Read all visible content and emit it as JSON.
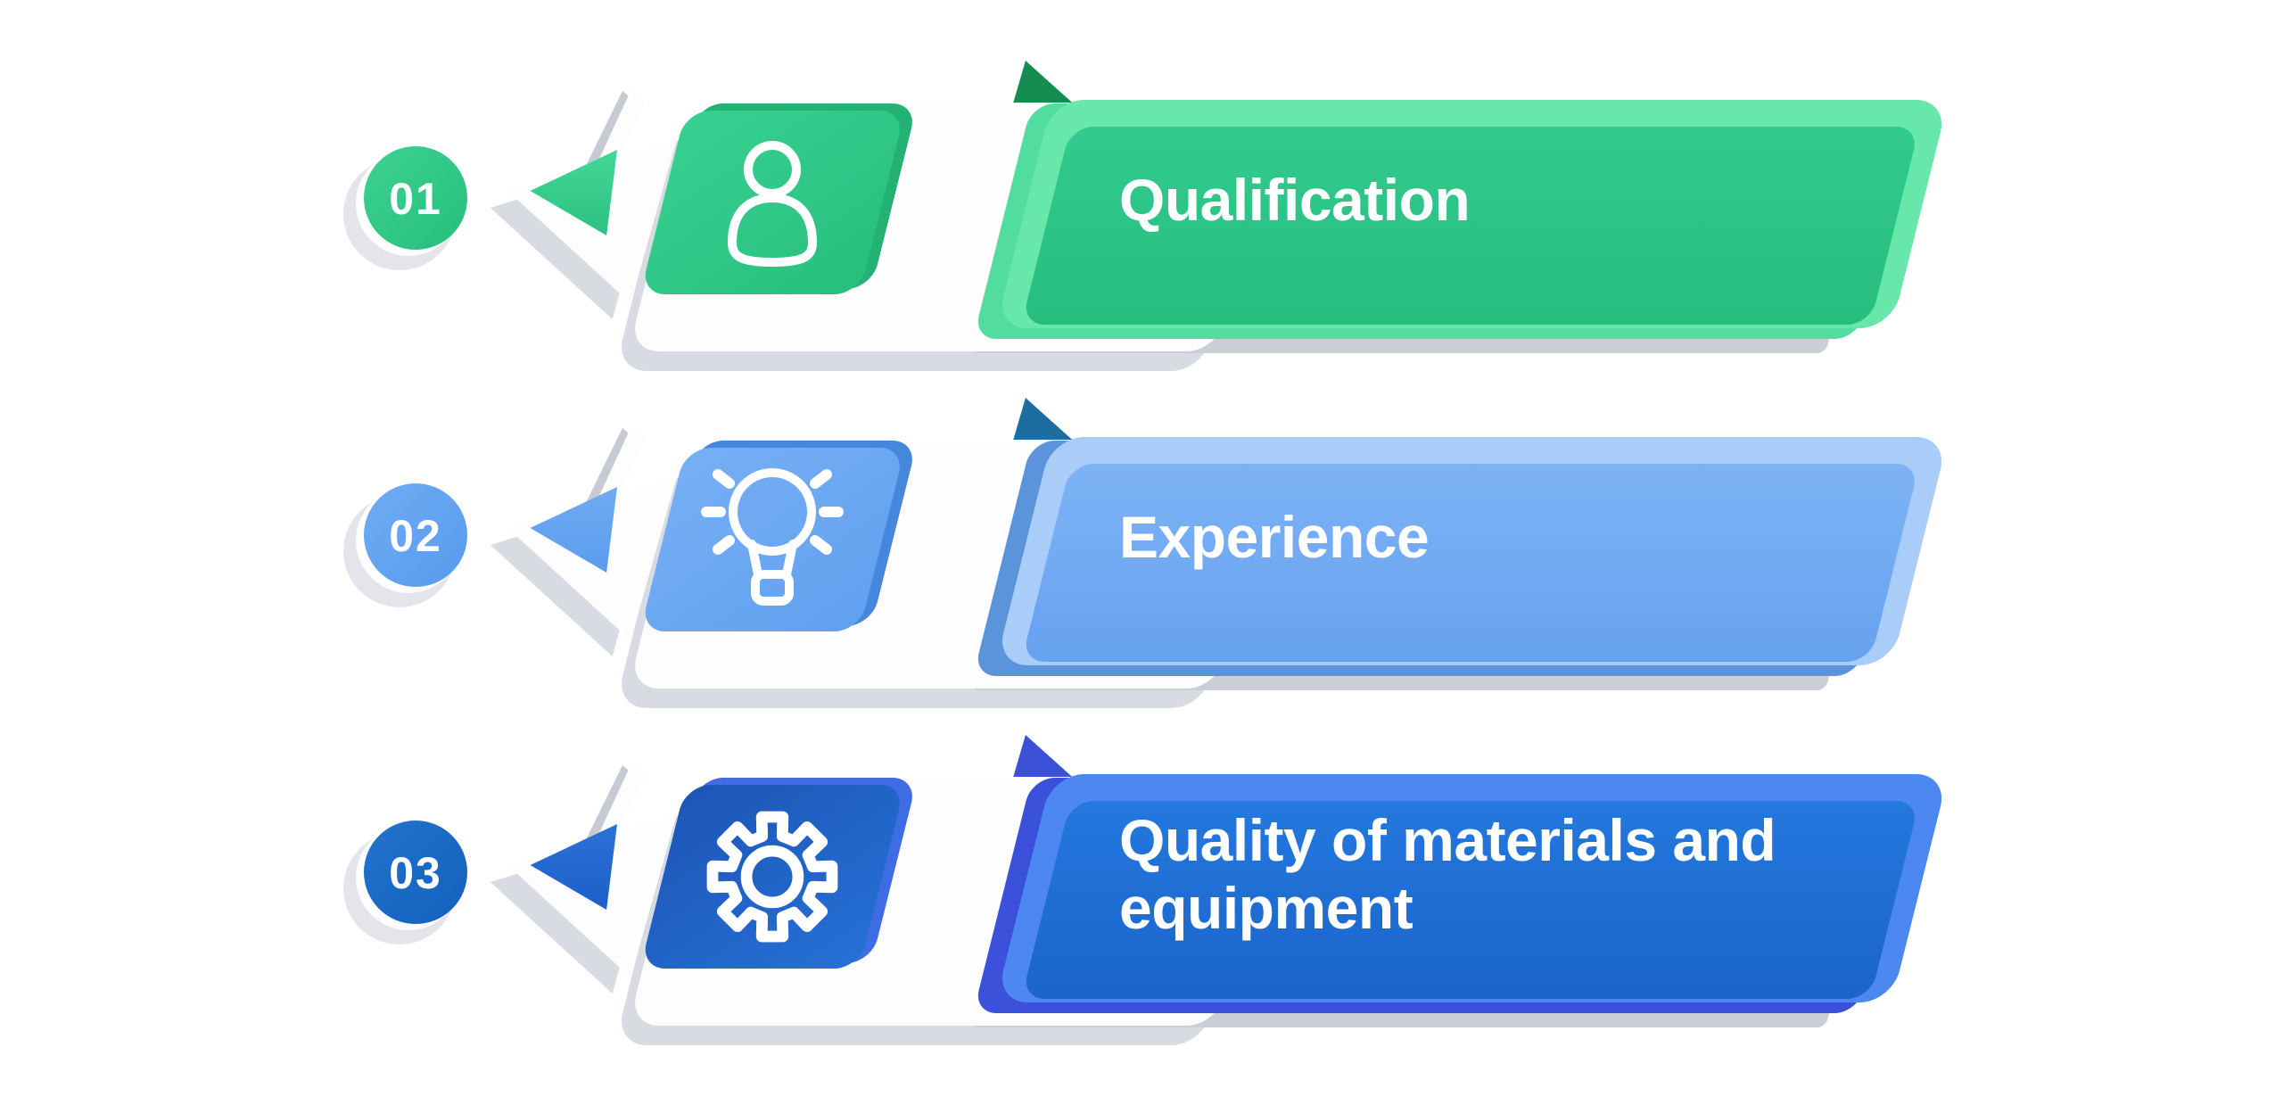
{
  "page": {
    "background": "#FFFFFF"
  },
  "shadows": {
    "card": "#FDFDFE",
    "card_shadow": "#D8DBE1",
    "strip": "#C9CED7",
    "sliver": "#C6CBD3",
    "badge_shadow": "#E3E5EA",
    "text": "#FFFFFF"
  },
  "items": [
    {
      "number": "01",
      "label": "Qualification",
      "icon": "person-icon",
      "colors": {
        "badge_from": "#3DD293",
        "badge_to": "#27BE7C",
        "band": "#68E7AB",
        "edge": "#52DC9E",
        "body_from": "#32CB8E",
        "body_to": "#27BD7E",
        "fold": "#158C50",
        "triangle_from": "#44D897",
        "triangle_to": "#2BC181",
        "tile_from": "#38D092",
        "tile_to": "#28BF7D",
        "tile_edge": "#23B273"
      }
    },
    {
      "number": "02",
      "label": "Experience",
      "icon": "lightbulb-icon",
      "colors": {
        "badge_from": "#6FACF3",
        "badge_to": "#579BEE",
        "band": "#AACCF8",
        "edge": "#5C94DC",
        "body_from": "#7DB3F5",
        "body_to": "#67A2F0",
        "fold": "#1E6DA0",
        "triangle_from": "#6FABF3",
        "triangle_to": "#5A9CEE",
        "tile_from": "#77AFF4",
        "tile_to": "#61A0EF",
        "tile_edge": "#4487DC"
      }
    },
    {
      "number": "03",
      "label": "Quality of materials and equipment",
      "icon": "gear-icon",
      "colors": {
        "badge_from": "#2174CE",
        "badge_to": "#1360BC",
        "band": "#4C87F2",
        "edge": "#3B51D9",
        "body_from": "#2478DE",
        "body_to": "#1B64CA",
        "fold": "#3B51D9",
        "triangle_from": "#2A71D8",
        "triangle_to": "#1D5FC8",
        "tile_from": "#1D55B6",
        "tile_to": "#2671D6",
        "tile_edge": "#3F6CE2"
      }
    }
  ]
}
